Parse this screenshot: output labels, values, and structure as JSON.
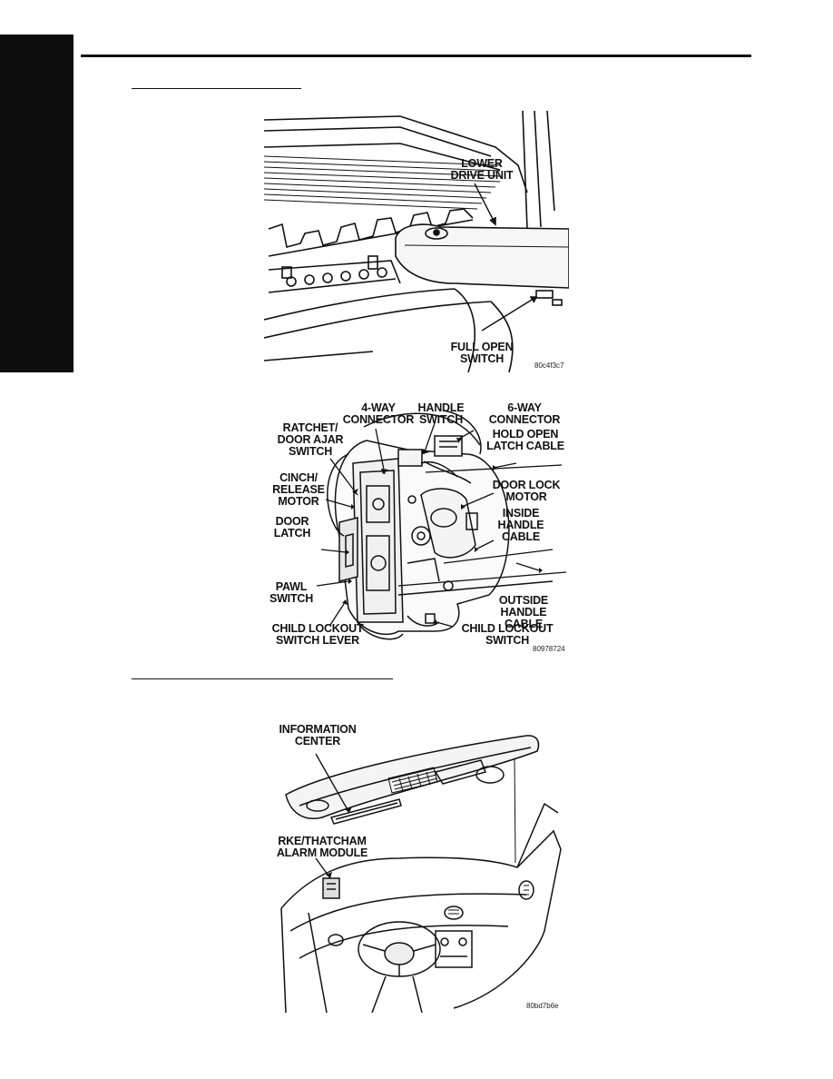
{
  "figure1": {
    "labels": {
      "lower_drive_unit": "LOWER\nDRIVE UNIT",
      "full_open_switch": "FULL OPEN\nSWITCH"
    },
    "code": "80c4f3c7"
  },
  "figure2": {
    "labels": {
      "four_way_connector": "4-WAY\nCONNECTOR",
      "handle_switch": "HANDLE\nSWITCH",
      "six_way_connector": "6-WAY\nCONNECTOR",
      "hold_open_latch_cable": "HOLD OPEN\nLATCH CABLE",
      "ratchet_door_ajar_switch": "RATCHET/\nDOOR AJAR\nSWITCH",
      "cinch_release_motor": "CINCH/\nRELEASE\nMOTOR",
      "door_lock_motor": "DOOR LOCK\nMOTOR",
      "door_latch": "DOOR\nLATCH",
      "inside_handle_cable": "INSIDE\nHANDLE\nCABLE",
      "pawl_switch": "PAWL\nSWITCH",
      "outside_handle_cable": "OUTSIDE\nHANDLE CABLE",
      "child_lockout_switch_lever": "CHILD LOCKOUT\nSWITCH LEVER",
      "child_lockout_switch": "CHILD LOCKOUT\nSWITCH"
    },
    "code": "80978724"
  },
  "figure3": {
    "labels": {
      "information_center": "INFORMATION\nCENTER",
      "rke_thatcham_alarm_module": "RKE/THATCHAM\nALARM MODULE"
    },
    "code": "80bd7b6e"
  }
}
